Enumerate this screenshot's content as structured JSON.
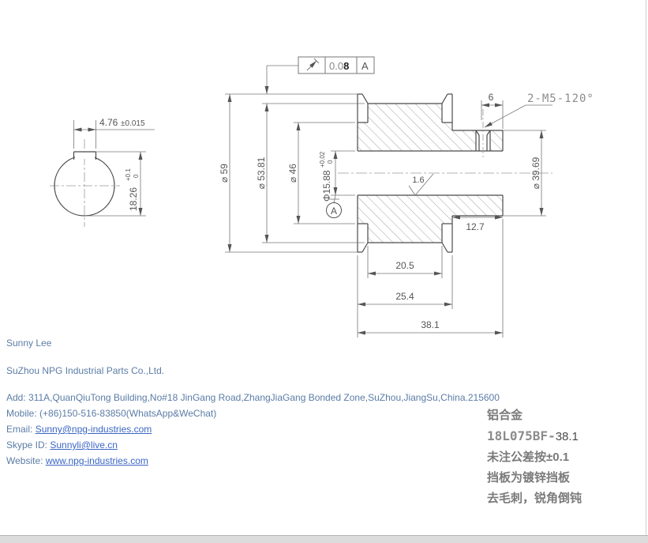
{
  "colors": {
    "outline": "#4a4a4a",
    "thin_line": "#777777",
    "centerline": "#9a9a9a",
    "dim_text": "#555555",
    "cad_text": "#8c8c8c",
    "contact_text": "#5b7ca6",
    "link": "#3b66c4",
    "notes_text": "#7a7a7a"
  },
  "drawing": {
    "left_view": {
      "slot_width": "4.76",
      "slot_width_tol": "±0.015",
      "height": "18.26",
      "height_tol_up": "+0.1",
      "height_tol_low": "0"
    },
    "section": {
      "fcf_value_a": "0.0",
      "fcf_value_b": "8",
      "fcf_datum": "A",
      "dia_flange": "⌀ 59",
      "dia_od": "⌀ 53.81",
      "dia_root": "⌀ 46",
      "bore": "Φ15.88",
      "bore_tol_up": "+0.02",
      "bore_tol_low": "0",
      "datum_label": "A",
      "roughness": "1.6",
      "screw_offset": "6",
      "thread_note": "2-M5-120°",
      "dia_hub": "⌀ 39.69",
      "hub_width": "12.7",
      "tooth_width": "20.5",
      "body_width": "25.4",
      "total_width": "38.1"
    }
  },
  "contact": {
    "name": "Sunny Lee",
    "company": "SuZhou NPG Industrial Parts Co.,Ltd.",
    "address": "Add: 311A,QuanQiuTong Building,No#18 JinGang Road,ZhangJiaGang Bonded Zone,SuZhou,JiangSu,China.215600",
    "mobile": "Mobile: (+86)150-516-83850(WhatsApp&WeChat)",
    "email_label": "Email: ",
    "email": "Sunny@npg-industries.com",
    "skype_label": "Skype ID: ",
    "skype": "Sunnyli@live.cn",
    "website_label": "Website: ",
    "website": "www.npg-industries.com"
  },
  "notes": {
    "material": "铝合金",
    "part_no": "18L075BF-",
    "part_len": "38.1",
    "tolerance_note": "未注公差按±0.1",
    "plate_note": "挡板为镀锌挡板",
    "deburr_note": "去毛刺，锐角倒钝"
  }
}
